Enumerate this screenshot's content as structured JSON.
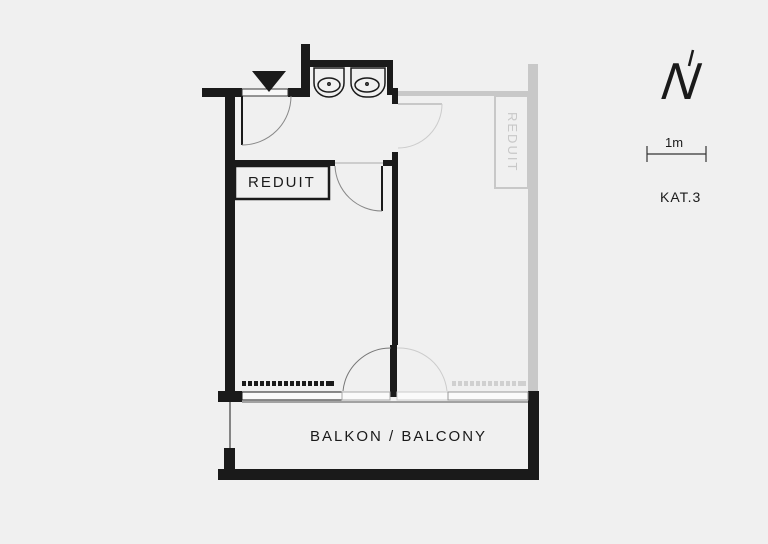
{
  "rooms": {
    "reduit": "REDUIT",
    "reduit_neighbor": "REDUIT",
    "balcony": "BALKON / BALCONY"
  },
  "legend": {
    "north": "N",
    "scale": "1m",
    "category": "KAT.3"
  },
  "colors": {
    "wall": "#1a1a1a",
    "neighbor": "#c8c8c8",
    "background": "#f0f0f0"
  }
}
